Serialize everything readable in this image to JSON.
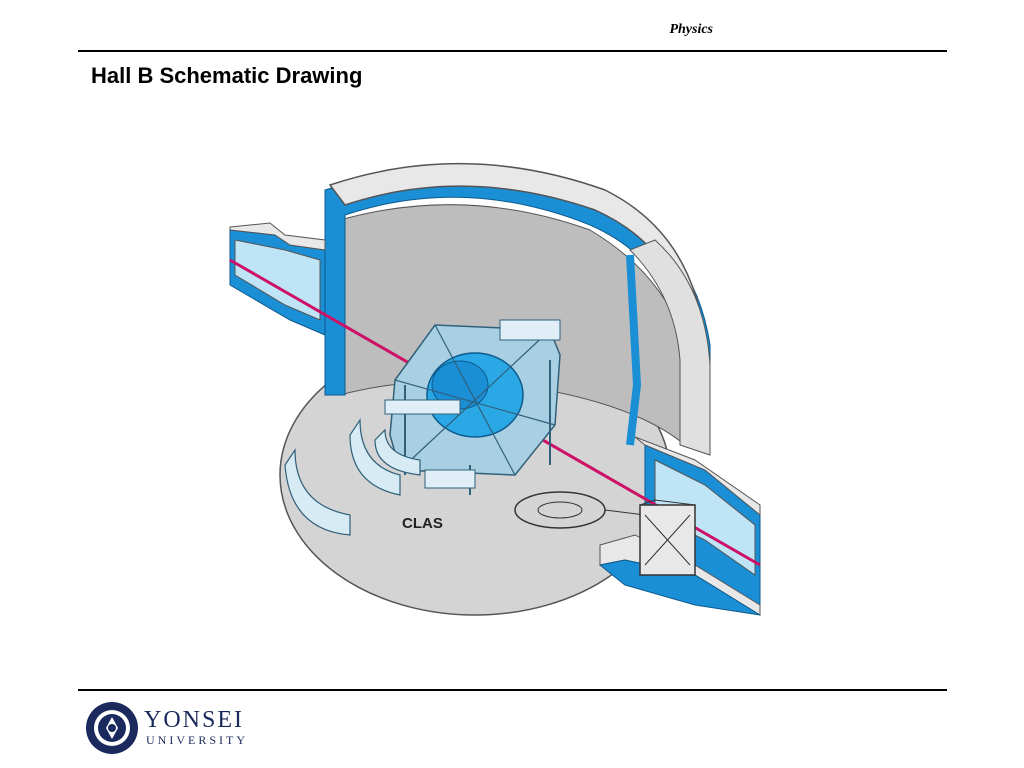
{
  "header": {
    "section_label": "Physics"
  },
  "slide": {
    "title": "Hall B Schematic Drawing"
  },
  "diagram": {
    "label": "CLAS",
    "colors": {
      "wall_blue": "#1a8fd6",
      "detector_blue": "#2aa8e6",
      "beam_line": "#cc1166",
      "floor_gray": "#d4d4d4",
      "concrete_light": "#e8e8e8"
    }
  },
  "footer": {
    "logo_name": "YONSEI",
    "logo_sub": "UNIVERSITY",
    "seal_icon": "yonsei-seal-icon"
  }
}
